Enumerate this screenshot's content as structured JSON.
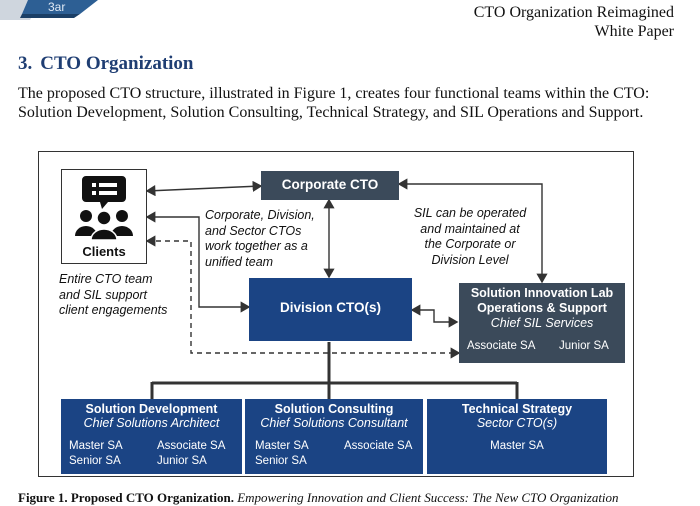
{
  "header": {
    "line1": "CTO Organization Reimagined",
    "line2": "White Paper"
  },
  "logo_text": "3ar",
  "section": {
    "number": "3.",
    "title": "CTO Organization"
  },
  "intro": "The proposed CTO structure, illustrated in Figure 1, creates four functional teams within the CTO: Solution Development, Solution Consulting, Technical Strategy, and SIL Operations and Support.",
  "diagram": {
    "clients_label": "Clients",
    "corporate": "Corporate CTO",
    "division": "Division CTO(s)",
    "note_unified": [
      "Corporate, Division,",
      "and Sector CTOs",
      "work together as a",
      "unified team"
    ],
    "note_sil": [
      "SIL can be operated",
      "and maintained at",
      "the Corporate or",
      "Division Level"
    ],
    "note_clients": [
      "Entire CTO team",
      "and SIL support",
      "client engagements"
    ],
    "sil": {
      "title1": "Solution Innovation Lab",
      "title2": "Operations & Support",
      "subtitle": "Chief SIL Services",
      "roles": [
        "Associate SA",
        "Junior SA"
      ]
    },
    "teams": [
      {
        "title": "Solution Development",
        "subtitle": "Chief Solutions Architect",
        "roles": [
          "Master SA",
          "Associate SA",
          "Senior SA",
          "Junior SA"
        ]
      },
      {
        "title": "Solution Consulting",
        "subtitle": "Chief Solutions Consultant",
        "roles": [
          "Master SA",
          "Associate SA",
          "Senior SA"
        ]
      },
      {
        "title": "Technical Strategy",
        "subtitle": "Sector CTO(s)",
        "roles": [
          "Master SA"
        ]
      }
    ]
  },
  "caption": {
    "label": "Figure 1. Proposed CTO Organization.",
    "text": "Empowering Innovation and Client Success: The New CTO Organization"
  },
  "colors": {
    "navy": "#1b4484",
    "slate": "#3b4a5a",
    "title": "#1f3e73"
  }
}
